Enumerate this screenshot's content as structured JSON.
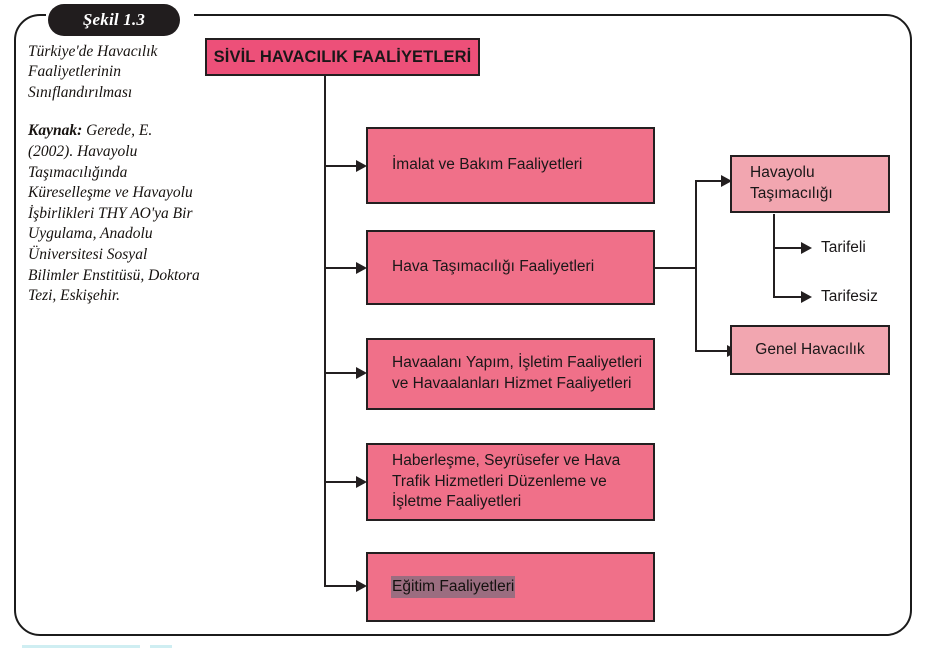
{
  "figure": {
    "badge_label": "Şekil 1.3",
    "caption_title": "Türkiye'de Havacılık Faaliyetlerinin Sınıflandırılması",
    "source_prefix": "Kaynak:",
    "source_text": " Gerede, E. (2002). Havayolu Taşımacılığında Küreselleşme ve Havayolu İşbirlikleri THY AO'ya Bir Uygulama, Anadolu Üniversitesi Sosyal Bilimler Enstitüsü, Doktora Tezi, Eskişehir."
  },
  "colors": {
    "header_fill": "#ED5079",
    "main_fill": "#F07089",
    "sub_fill": "#F2A6B0",
    "border": "#231F20",
    "badge_fill": "#211D1E",
    "selection_highlight": "#9B6D80",
    "bottom_sliver": "#CFEEF2"
  },
  "chart_data": {
    "type": "diagram",
    "title": "SİVİL HAVACILIK FAALİYETLERİ",
    "root": "SİVİL HAVACILIK FAALİYETLERİ",
    "branches": [
      {
        "label": "İmalat ve Bakım Faaliyetleri",
        "children": []
      },
      {
        "label": "Hava Taşımacılığı Faaliyetleri",
        "children": [
          {
            "label": "Havayolu Taşımacılığı",
            "children": [
              {
                "label": "Tarifeli"
              },
              {
                "label": "Tarifesiz"
              }
            ]
          },
          {
            "label": "Genel Havacılık",
            "children": []
          }
        ]
      },
      {
        "label": "Havaalanı Yapım, İşletim Faaliyetleri ve Havaalanları Hizmet Faaliyetleri",
        "children": []
      },
      {
        "label": "Haberleşme, Seyrüsefer ve Hava Trafik Hizmetleri Düzenleme ve İşletme Faaliyetleri",
        "children": []
      },
      {
        "label": "Eğitim Faaliyetleri",
        "children": []
      }
    ]
  },
  "nodes": {
    "header": "SİVİL HAVACILIK FAALİYETLERİ",
    "box1": "İmalat ve Bakım Faaliyetleri",
    "box2": "Hava Taşımacılığı Faaliyetleri",
    "box3_line1": "Havaalanı Yapım, İşletim Faaliyetleri",
    "box3_line2": "ve Havaalanları Hizmet Faaliyetleri",
    "box4_line1": "Haberleşme, Seyrüsefer ve Hava",
    "box4_line2": "Trafik Hizmetleri Düzenleme ve",
    "box4_line3": "İşletme Faaliyetleri",
    "box5": "Eğitim Faaliyetleri",
    "sub1_line1": "Havayolu",
    "sub1_line2": "Taşımacılığı",
    "sub2": "Genel Havacılık",
    "leaf1": "Tarifeli",
    "leaf2": "Tarifesiz"
  }
}
